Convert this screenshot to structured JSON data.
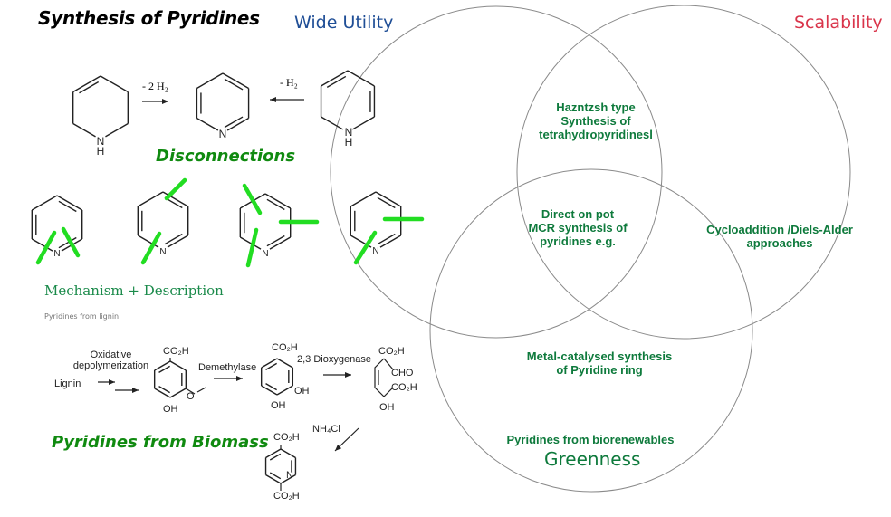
{
  "title": "Synthesis of Pyridines",
  "venn": {
    "sets": [
      {
        "label": "Wide Utility",
        "color": "#1f4e96"
      },
      {
        "label": "Scalability",
        "color": "#d9344a"
      },
      {
        "label": "Greenness",
        "color": "#0e7a3c"
      }
    ],
    "regions": {
      "utility_scalability": [
        "Hazntzsh type",
        "Synthesis of",
        "tetrahydropyridinesl"
      ],
      "all_three": [
        "Direct on pot",
        "MCR synthesis of",
        "pyridines e.g."
      ],
      "scalability_greenness": [
        "Cycloaddition /Diels-Alder",
        "approaches"
      ],
      "greenness_only_1": [
        "Metal-catalysed synthesis",
        "of Pyridine ring"
      ],
      "greenness_only_2": "Pyridines from biorenewables"
    }
  },
  "reaction_scheme": {
    "left_arrow_label": "- 2 H₂",
    "right_arrow_label": "- H₂",
    "atom_n": "N",
    "atom_h": "H"
  },
  "sections": {
    "disconnections": "Disconnections",
    "mechanism": "Mechanism + Description",
    "lignin_caption": "Pyridines from lignin",
    "biomass": "Pyridines from Biomass"
  },
  "biomass_pathway": {
    "start": "Lignin",
    "step1_label": [
      "Oxidative",
      "depolymerization"
    ],
    "step2_label": "Demethylase",
    "step3_label": "2,3 Dioxygenase",
    "step4_label": "NH₄Cl",
    "groups": {
      "co2h": "CO₂H",
      "oh": "OH",
      "o": "O",
      "cho": "CHO",
      "n": "N"
    }
  },
  "colors": {
    "disconnection_mark": "#22dd22",
    "heading_green": "#108a10",
    "venn_text": "#0e7a3c",
    "circle_stroke": "#8a8a8a"
  }
}
